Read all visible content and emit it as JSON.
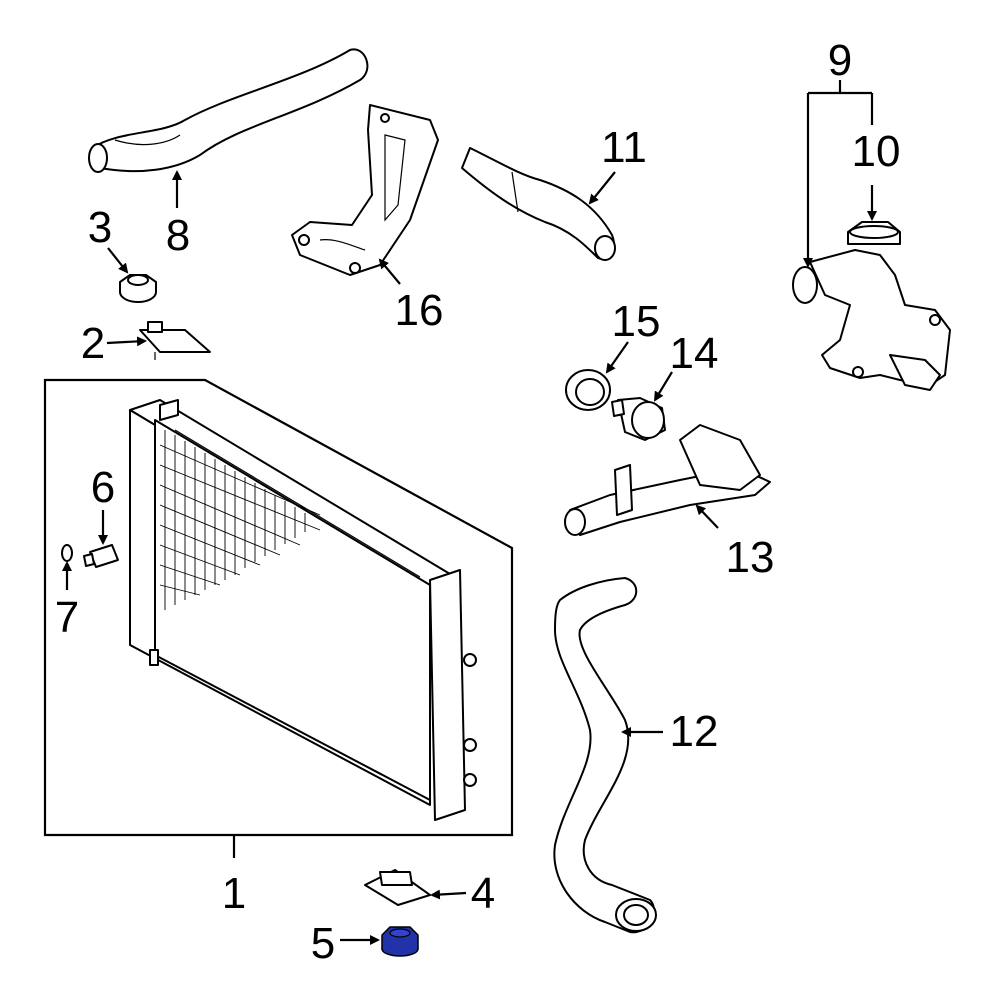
{
  "callouts": {
    "c1": "1",
    "c2": "2",
    "c3": "3",
    "c4": "4",
    "c5": "5",
    "c6": "6",
    "c7": "7",
    "c8": "8",
    "c9": "9",
    "c10": "10",
    "c11": "11",
    "c12": "12",
    "c13": "13",
    "c14": "14",
    "c15": "15",
    "c16": "16"
  },
  "colors": {
    "highlight_part": "#2233aa",
    "line": "#000000",
    "background": "#ffffff"
  }
}
